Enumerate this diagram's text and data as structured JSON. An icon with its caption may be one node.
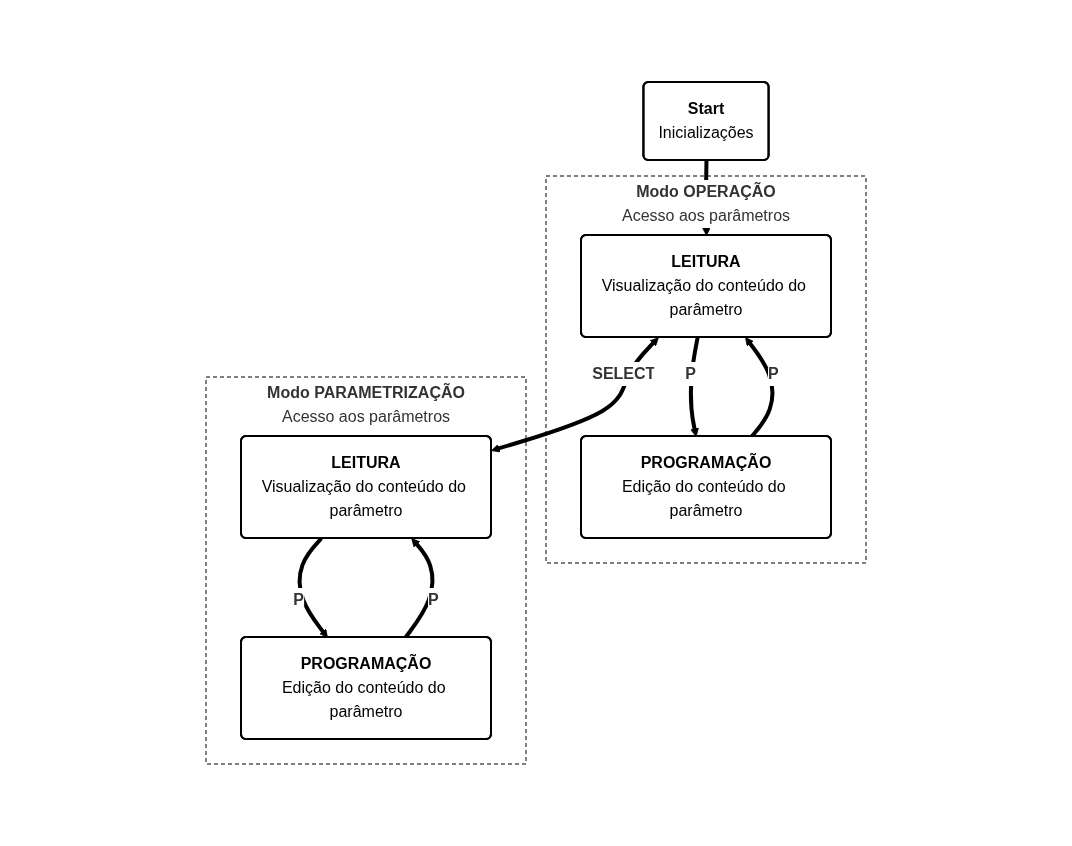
{
  "diagram": {
    "nodes": [
      {
        "text": [
          "Start",
          "Inicializações"
        ]
      },
      {
        "text": [
          "Modo OPERAÇÃO",
          "Acesso aos parâmetros"
        ]
      },
      {
        "text": [
          "LEITURA",
          "Visualização do conteúdo do parâmetro"
        ],
        "in": 1
      },
      {
        "text": [
          "PROGRAMAÇÃO",
          "Edição do conteúdo do parâmetro"
        ],
        "in": 1
      },
      {
        "text": [
          "Modo PARAMETRIZAÇÃO",
          "Acesso aos parâmetros"
        ]
      },
      {
        "text": [
          "LEITURA",
          "Visualização do conteúdo do parâmetro"
        ],
        "in": 4
      },
      {
        "text": [
          "PROGRAMAÇÃO",
          "Edição do conteúdo do parâmetro"
        ],
        "in": 4
      }
    ],
    "edges": [
      {
        "from": 0,
        "to": 2,
        "arrow": "to"
      },
      {
        "from": 2,
        "to": 5,
        "arrow": "both",
        "label": "SELECT"
      },
      {
        "from": 2,
        "to": 3,
        "arrow": "to",
        "label": "P"
      },
      {
        "from": 3,
        "to": 2,
        "arrow": "to",
        "label": "P"
      },
      {
        "from": 5,
        "to": 6,
        "arrow": "to",
        "label": "P"
      },
      {
        "from": 6,
        "to": 5,
        "arrow": "to",
        "label": "P"
      }
    ]
  }
}
